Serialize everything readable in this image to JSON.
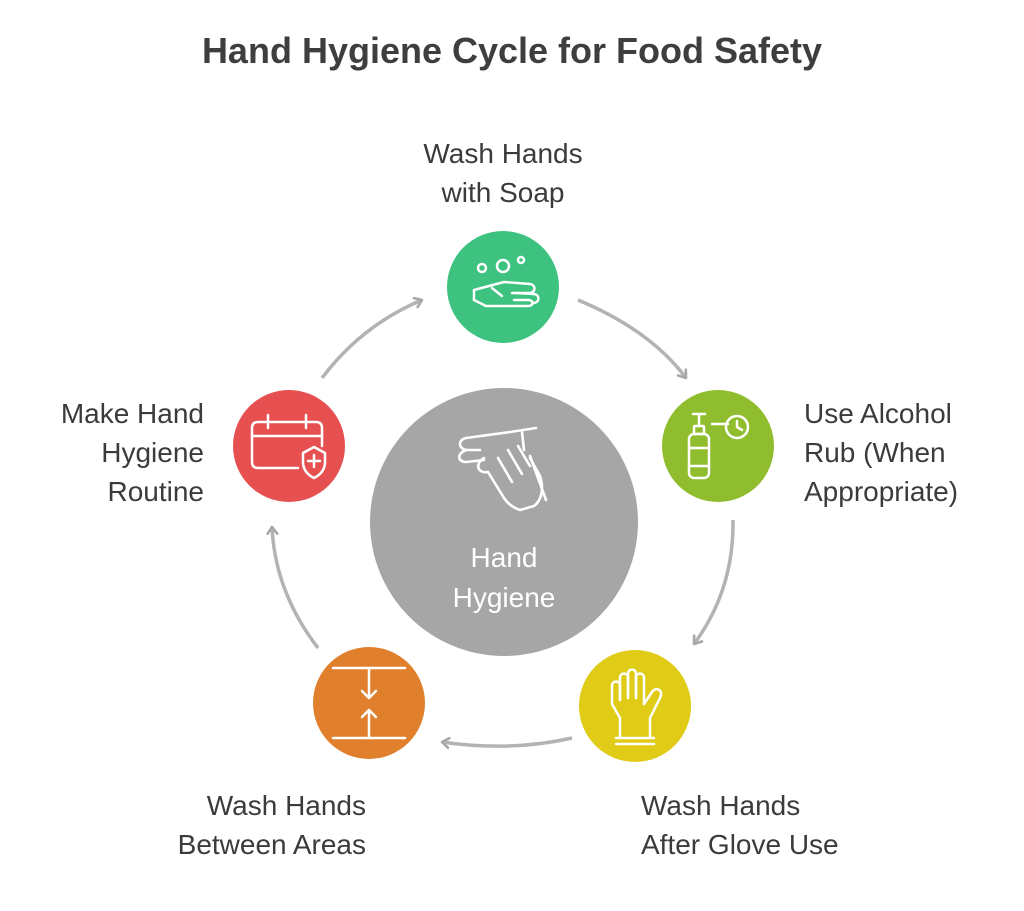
{
  "title": "Hand Hygiene Cycle for Food Safety",
  "center": {
    "lines": [
      "Hand",
      "Hygiene"
    ],
    "color": "#a6a6a6",
    "icon": "washing-hands-icon"
  },
  "steps": [
    {
      "lines": [
        "Wash Hands",
        "with Soap"
      ],
      "color": "#3ec27f",
      "icon": "soapy-hands-icon"
    },
    {
      "lines": [
        "Use Alcohol",
        "Rub (When",
        "Appropriate)"
      ],
      "color": "#8fbd2d",
      "icon": "sanitizer-timer-icon"
    },
    {
      "lines": [
        "Wash Hands",
        "After Glove Use"
      ],
      "color": "#e0cb17",
      "icon": "glove-icon"
    },
    {
      "lines": [
        "Wash Hands",
        "Between Areas"
      ],
      "color": "#e07f2c",
      "icon": "separation-arrows-icon"
    },
    {
      "lines": [
        "Make Hand",
        "Hygiene",
        "Routine"
      ],
      "color": "#e65050",
      "icon": "calendar-shield-icon"
    }
  ]
}
